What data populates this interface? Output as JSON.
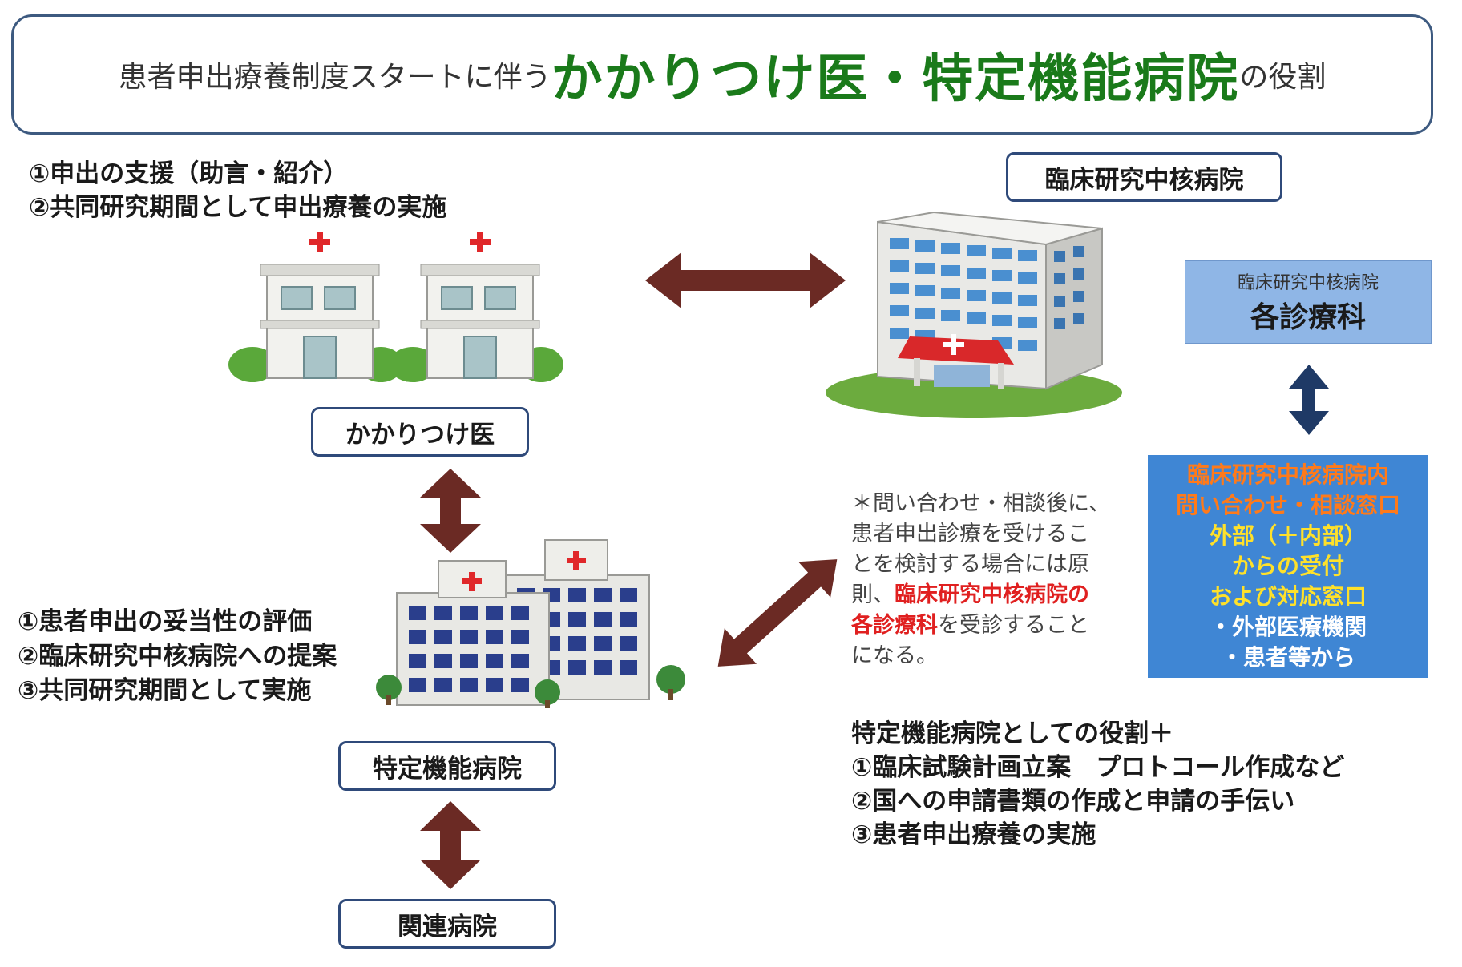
{
  "title": {
    "prefix": "患者申出療養制度スタートに伴う",
    "main": "かかりつけ医・特定機能病院",
    "suffix": "の役割"
  },
  "kakaritsuke_roles": [
    "①申出の支援（助言・紹介）",
    "②共同研究期間として申出療養の実施"
  ],
  "labels": {
    "kakaritsuke": "かかりつけ医",
    "tokutei": "特定機能病院",
    "kanren": "関連病院",
    "rinsho_core": "臨床研究中核病院"
  },
  "tokutei_roles": [
    "①患者申出の妥当性の評価",
    "②臨床研究中核病院への提案",
    "③共同研究期間として実施"
  ],
  "dept_box": {
    "sub": "臨床研究中核病院",
    "main": "各診療科"
  },
  "desk_box": {
    "line1": "臨床研究中核病院内",
    "line2": "問い合わせ・相談窓口",
    "line3": "外部（＋内部）",
    "line4": "からの受付",
    "line5": "および対応窓口",
    "line6": "・外部医療機関",
    "line7": "・患者等から"
  },
  "note": {
    "line1": "＊問い合わせ・相談後に、",
    "line2": "患者申出診療を受けるこ",
    "line3": "とを検討する場合には原",
    "line4_pre": "則、",
    "line4_red": "臨床研究中核病院の",
    "line5_red": "各診療科",
    "line5_post": "を受診すること",
    "line6": "になる。"
  },
  "core_roles": [
    "特定機能病院としての役割＋",
    "①臨床試験計画立案　プロトコール作成など",
    "②国への申請書類の作成と申請の手伝い",
    "③患者申出療養の実施"
  ],
  "colors": {
    "arrow": "#6b2a24",
    "arrow_blue": "#1f3a66",
    "title_green": "#1a7a1a",
    "box_border": "#2f4a7a"
  }
}
